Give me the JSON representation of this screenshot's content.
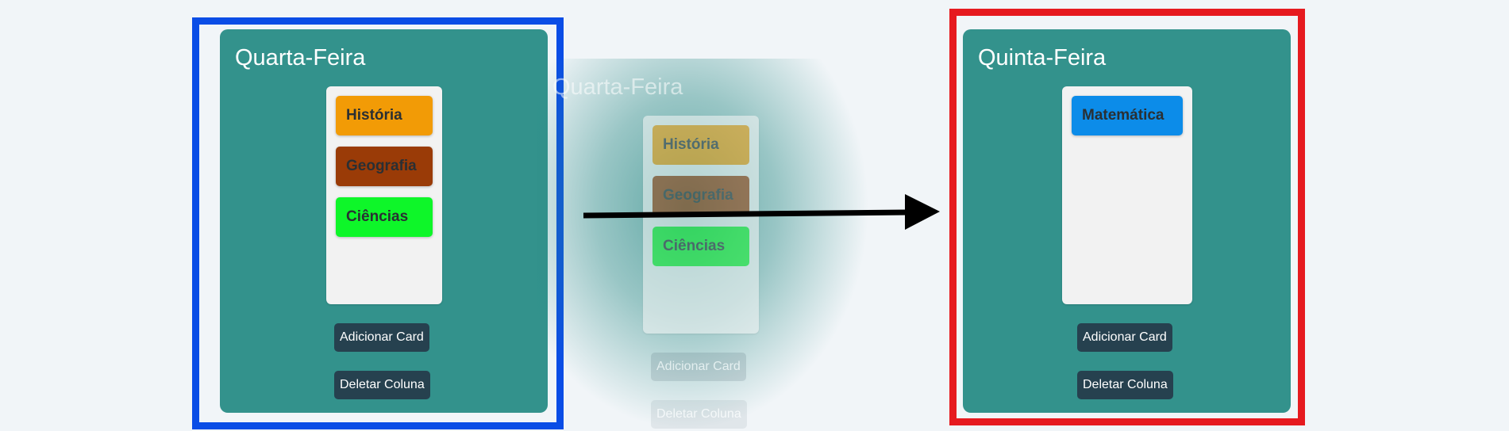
{
  "board": {
    "columns": [
      {
        "title": "Quarta-Feira",
        "cards": [
          {
            "label": "História",
            "color": "#f29b06"
          },
          {
            "label": "Geografia",
            "color": "#9a3b07"
          },
          {
            "label": "Ciências",
            "color": "#0ef629"
          }
        ],
        "add_card_label": "Adicionar Card",
        "delete_column_label": "Deletar Coluna"
      },
      {
        "title": "Quinta-Feira",
        "cards": [
          {
            "label": "Matemática",
            "color": "#0c8ce9"
          }
        ],
        "add_card_label": "Adicionar Card",
        "delete_column_label": "Deletar Coluna"
      }
    ]
  },
  "drag_preview": {
    "title": "Quarta-Feira",
    "cards": [
      "História",
      "Geografia",
      "Ciências"
    ],
    "add_card_label": "Adicionar Card",
    "delete_column_label": "Deletar Coluna"
  },
  "annotations": {
    "source_box_color": "#0a4de6",
    "target_box_color": "#e61a1f",
    "arrow_color": "#000000"
  }
}
